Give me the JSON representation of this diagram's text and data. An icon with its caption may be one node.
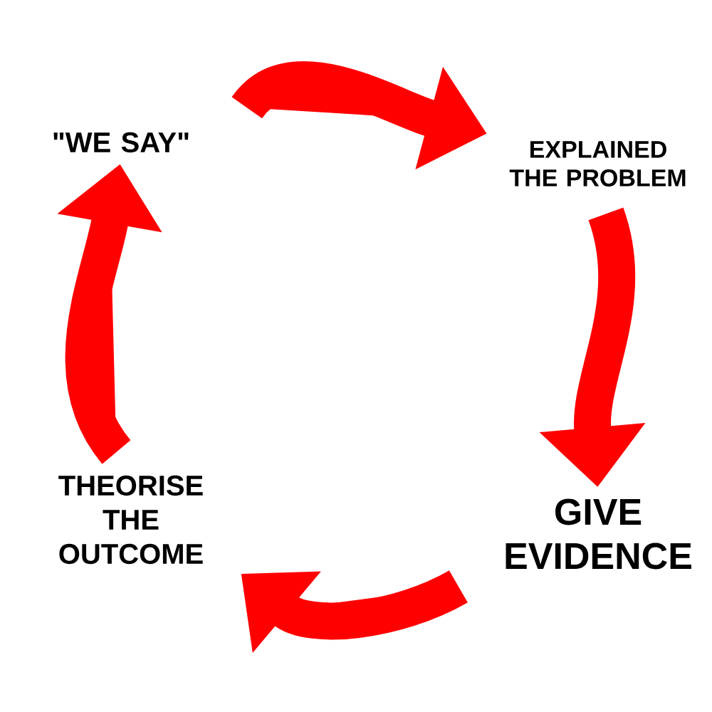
{
  "diagram": {
    "nodes": [
      {
        "text": [
          "\"WE SAY\""
        ]
      },
      {
        "text": [
          "EXPLAINED THE PROBLEM"
        ]
      },
      {
        "text": [
          "GIVE EVIDENCE"
        ]
      },
      {
        "text": [
          "THEORISE THE OUTCOME"
        ]
      }
    ],
    "edges": [
      {
        "from": 0,
        "to": 1,
        "arrow": "to"
      },
      {
        "from": 1,
        "to": 2,
        "arrow": "to"
      },
      {
        "from": 2,
        "to": 3,
        "arrow": "to"
      },
      {
        "from": 3,
        "to": 0,
        "arrow": "to"
      }
    ]
  }
}
